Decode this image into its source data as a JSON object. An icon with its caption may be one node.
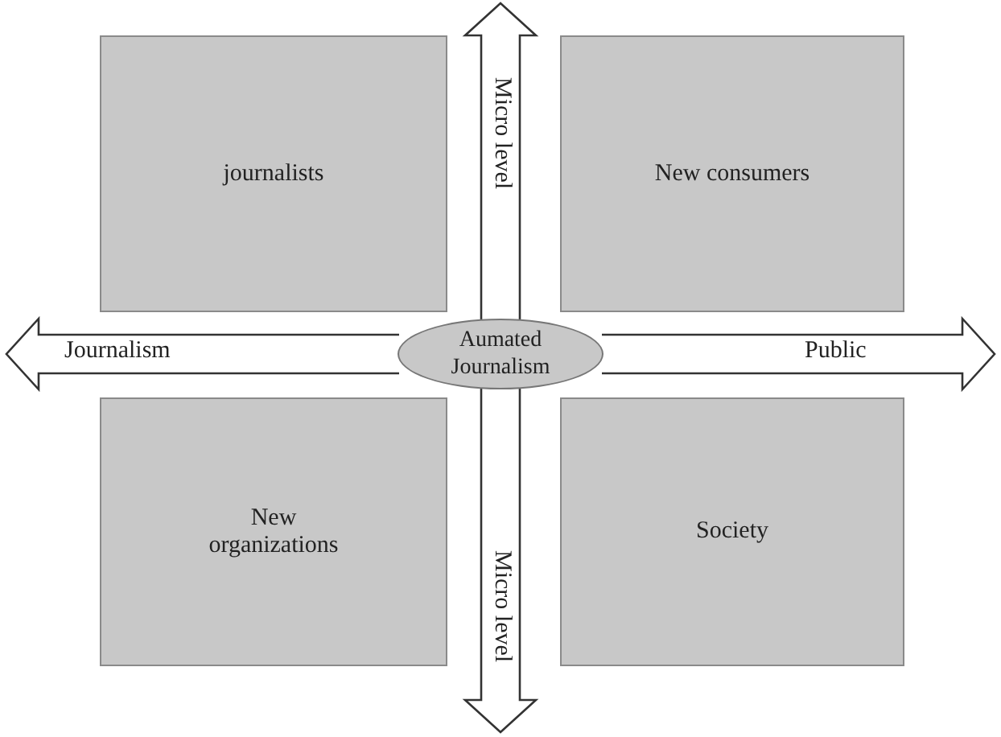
{
  "diagram": {
    "nodes": [
      {
        "text": [
          "journalists"
        ]
      },
      {
        "text": [
          "New consumers"
        ]
      },
      {
        "text": [
          "Aumated Journalism"
        ]
      },
      {
        "text": [
          "New organizations"
        ]
      },
      {
        "text": [
          "Society"
        ]
      }
    ],
    "edges": [
      {
        "from": 2,
        "to": null,
        "arrow": "to",
        "label": "Micro level"
      },
      {
        "from": 2,
        "to": null,
        "arrow": "to",
        "label": "Journalism"
      },
      {
        "from": 2,
        "to": null,
        "arrow": "to",
        "label": "Public"
      },
      {
        "from": 2,
        "to": null,
        "arrow": "to",
        "label": "Micro level"
      }
    ]
  }
}
